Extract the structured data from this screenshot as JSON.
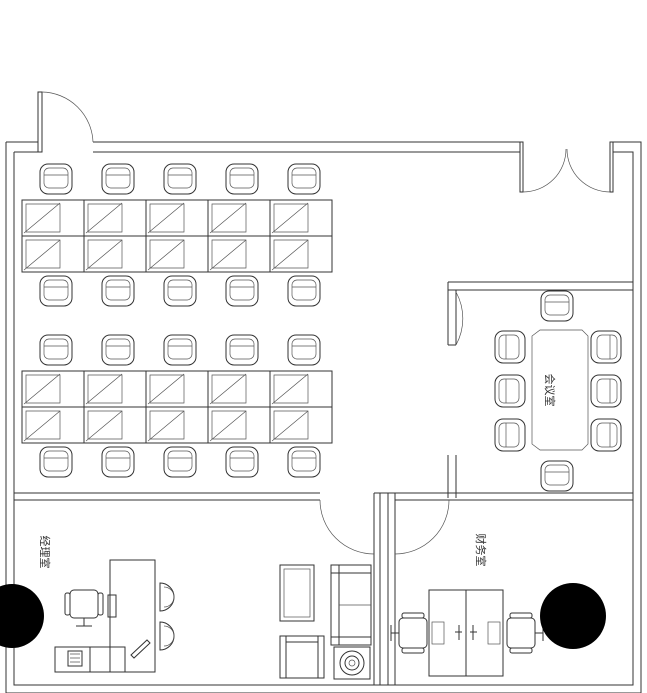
{
  "rooms": {
    "meeting": "会议室",
    "manager": "经理室",
    "finance": "财务室"
  },
  "colors": {
    "line": "#333333",
    "background": "#ffffff",
    "fill_dark": "#000000"
  },
  "icons": {
    "chair": "chair-icon",
    "desk": "desk-icon",
    "door": "door-icon",
    "sofa": "sofa-icon",
    "plant": "plant-icon"
  }
}
